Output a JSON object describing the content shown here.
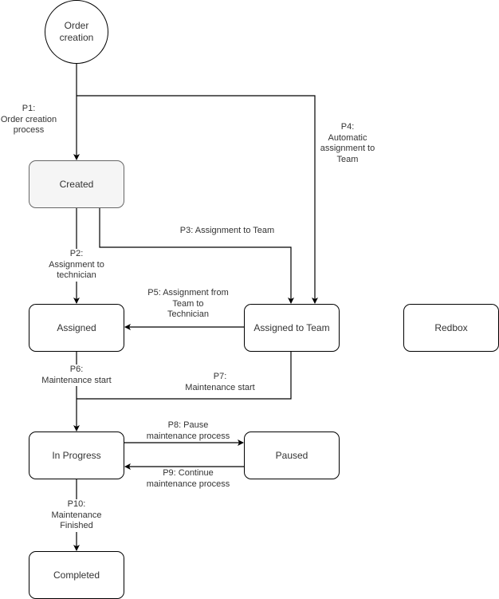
{
  "diagram": {
    "type": "state-flowchart",
    "colors": {
      "stroke": "#000000",
      "text": "#333333",
      "created_fill": "#f5f5f5",
      "created_border": "#666666",
      "background": "#ffffff"
    },
    "nodes": {
      "order_creation": {
        "label_line1": "Order",
        "label_line2": "creation",
        "shape": "circle"
      },
      "created": {
        "label": "Created"
      },
      "assigned": {
        "label": "Assigned"
      },
      "assigned_to_team": {
        "label": "Assigned to Team"
      },
      "redbox": {
        "label": "Redbox"
      },
      "in_progress": {
        "label": "In Progress"
      },
      "paused": {
        "label": "Paused"
      },
      "completed": {
        "label": "Completed"
      }
    },
    "edges": {
      "p1": {
        "line1": "P1:",
        "line2": "Order creation",
        "line3": "process",
        "from": "Order creation",
        "to": "Created"
      },
      "p2": {
        "line1": "P2:",
        "line2": "Assignment to",
        "line3": "technician",
        "from": "Created",
        "to": "Assigned"
      },
      "p3": {
        "line1": "P3: Assignment to Team",
        "from": "Created",
        "to": "Assigned to Team"
      },
      "p4": {
        "line1": "P4:",
        "line2": "Automatic",
        "line3": "assignment to",
        "line4": "Team",
        "from": "Order creation",
        "to": "Assigned to Team"
      },
      "p5": {
        "line1": "P5: Assignment from",
        "line2": "Team to",
        "line3": "Technician",
        "from": "Assigned to Team",
        "to": "Assigned"
      },
      "p6": {
        "line1": "P6:",
        "line2": "Maintenance start",
        "from": "Assigned",
        "to": "In Progress"
      },
      "p7": {
        "line1": "P7:",
        "line2": "Maintenance start",
        "from": "Assigned to Team",
        "to": "In Progress"
      },
      "p8": {
        "line1": "P8: Pause",
        "line2": "maintenance process",
        "from": "In Progress",
        "to": "Paused"
      },
      "p9": {
        "line1": "P9: Continue",
        "line2": "maintenance process",
        "from": "Paused",
        "to": "In Progress"
      },
      "p10": {
        "line1": "P10:",
        "line2": "Maintenance",
        "line3": "Finished",
        "from": "In Progress",
        "to": "Completed"
      }
    }
  }
}
